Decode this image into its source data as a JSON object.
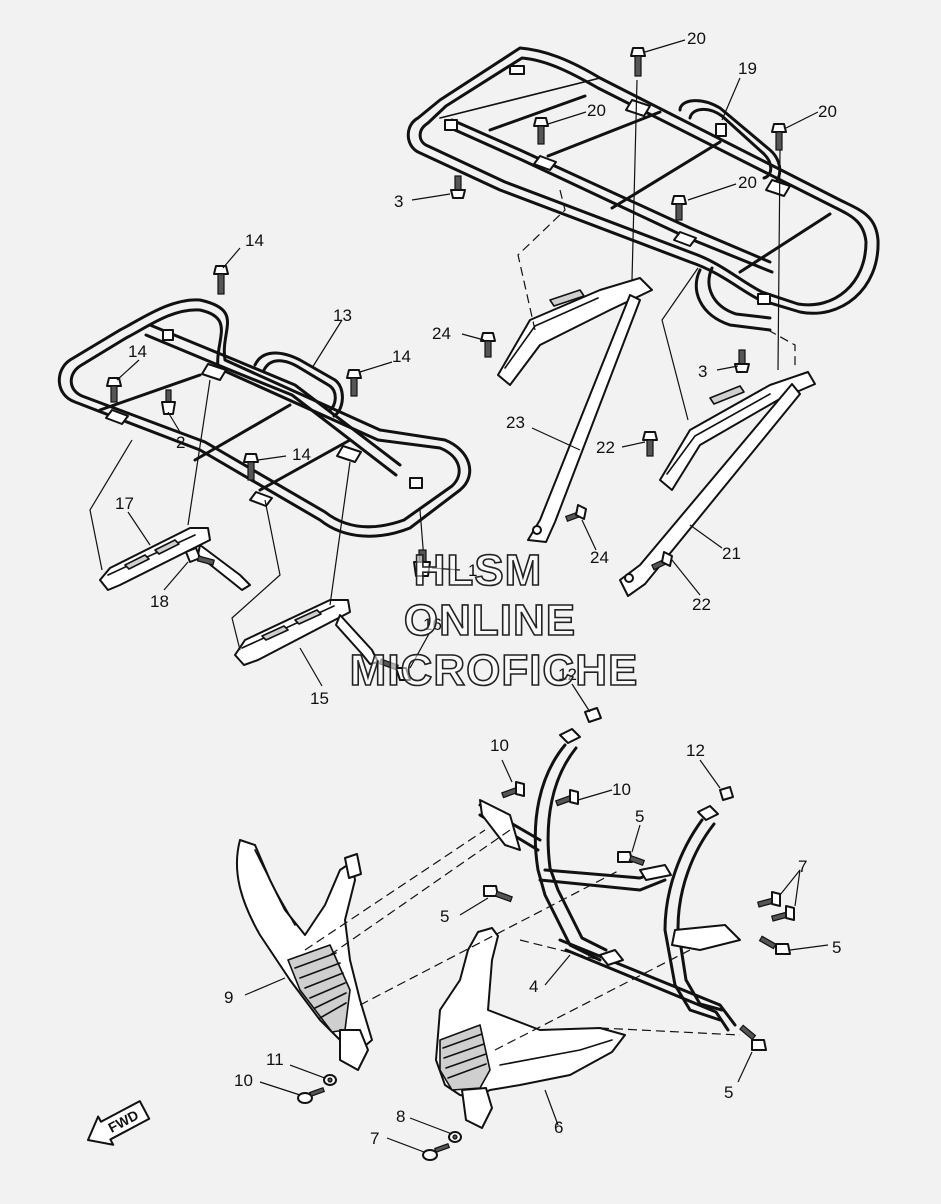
{
  "watermark": {
    "line1": "HLSM",
    "line2": "ONLINE",
    "line3": "MICROFICHE"
  },
  "fwd_label": "FWD",
  "callouts": {
    "c1": "1",
    "c2": "2",
    "c3a": "3",
    "c3b": "3",
    "c4": "4",
    "c5a": "5",
    "c5b": "5",
    "c5c": "5",
    "c5d": "5",
    "c6": "6",
    "c7a": "7",
    "c7b": "7",
    "c8": "8",
    "c9": "9",
    "c10a": "10",
    "c10b": "10",
    "c10c": "10",
    "c11": "11",
    "c12a": "12",
    "c12b": "12",
    "c13": "13",
    "c14a": "14",
    "c14b": "14",
    "c14c": "14",
    "c14d": "14",
    "c15": "15",
    "c16": "16",
    "c17": "17",
    "c18": "18",
    "c19": "19",
    "c20a": "20",
    "c20b": "20",
    "c20c": "20",
    "c20d": "20",
    "c21": "21",
    "c22a": "22",
    "c22b": "22",
    "c23": "23",
    "c24a": "24",
    "c24b": "24"
  }
}
